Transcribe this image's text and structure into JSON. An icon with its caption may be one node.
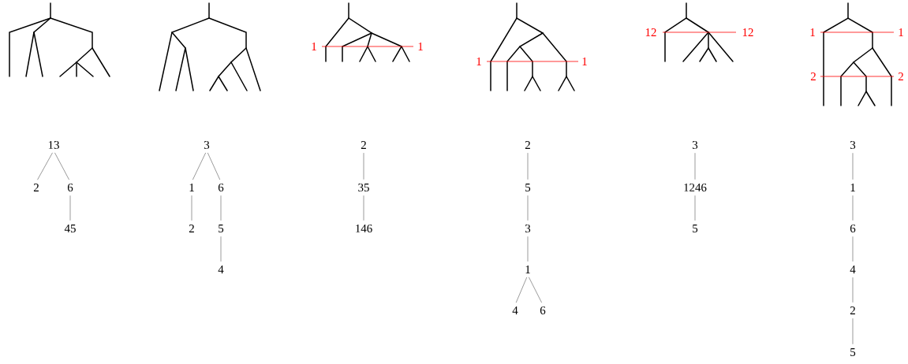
{
  "diagram": {
    "nodes": [
      {
        "text": [
          "13"
        ]
      },
      {
        "text": [
          "2"
        ]
      },
      {
        "text": [
          "6"
        ]
      },
      {
        "text": [
          "45"
        ]
      },
      {
        "text": [
          "3"
        ]
      },
      {
        "text": [
          "1"
        ]
      },
      {
        "text": [
          "6"
        ]
      },
      {
        "text": [
          "2"
        ]
      },
      {
        "text": [
          "5"
        ]
      },
      {
        "text": [
          "4"
        ]
      },
      {
        "text": [
          "2"
        ]
      },
      {
        "text": [
          "35"
        ]
      },
      {
        "text": [
          "146"
        ]
      },
      {
        "text": [
          "2"
        ]
      },
      {
        "text": [
          "5"
        ]
      },
      {
        "text": [
          "3"
        ]
      },
      {
        "text": [
          "1"
        ]
      },
      {
        "text": [
          "4"
        ]
      },
      {
        "text": [
          "6"
        ]
      },
      {
        "text": [
          "3"
        ]
      },
      {
        "text": [
          "1246"
        ]
      },
      {
        "text": [
          "5"
        ]
      },
      {
        "text": [
          "3"
        ]
      },
      {
        "text": [
          "1"
        ]
      },
      {
        "text": [
          "6"
        ]
      },
      {
        "text": [
          "4"
        ]
      },
      {
        "text": [
          "2"
        ]
      },
      {
        "text": [
          "5"
        ]
      }
    ],
    "edges": [
      {
        "from": 0,
        "to": 1,
        "arrow": "none"
      },
      {
        "from": 0,
        "to": 2,
        "arrow": "none"
      },
      {
        "from": 2,
        "to": 3,
        "arrow": "none"
      },
      {
        "from": 4,
        "to": 5,
        "arrow": "none"
      },
      {
        "from": 4,
        "to": 6,
        "arrow": "none"
      },
      {
        "from": 5,
        "to": 7,
        "arrow": "none"
      },
      {
        "from": 6,
        "to": 8,
        "arrow": "none"
      },
      {
        "from": 8,
        "to": 9,
        "arrow": "none"
      },
      {
        "from": 10,
        "to": 11,
        "arrow": "none"
      },
      {
        "from": 11,
        "to": 12,
        "arrow": "none"
      },
      {
        "from": 13,
        "to": 14,
        "arrow": "none"
      },
      {
        "from": 14,
        "to": 15,
        "arrow": "none"
      },
      {
        "from": 15,
        "to": 16,
        "arrow": "none"
      },
      {
        "from": 16,
        "to": 17,
        "arrow": "none"
      },
      {
        "from": 16,
        "to": 18,
        "arrow": "none"
      },
      {
        "from": 19,
        "to": 20,
        "arrow": "none"
      },
      {
        "from": 20,
        "to": 21,
        "arrow": "none"
      },
      {
        "from": 22,
        "to": 23,
        "arrow": "none"
      },
      {
        "from": 23,
        "to": 24,
        "arrow": "none"
      },
      {
        "from": 24,
        "to": 25,
        "arrow": "none"
      },
      {
        "from": 25,
        "to": 26,
        "arrow": "none"
      },
      {
        "from": 26,
        "to": 27,
        "arrow": "none"
      }
    ],
    "labels": [
      "1",
      "1",
      "1",
      "1",
      "12",
      "12",
      "1",
      "1",
      "2",
      "2"
    ]
  }
}
